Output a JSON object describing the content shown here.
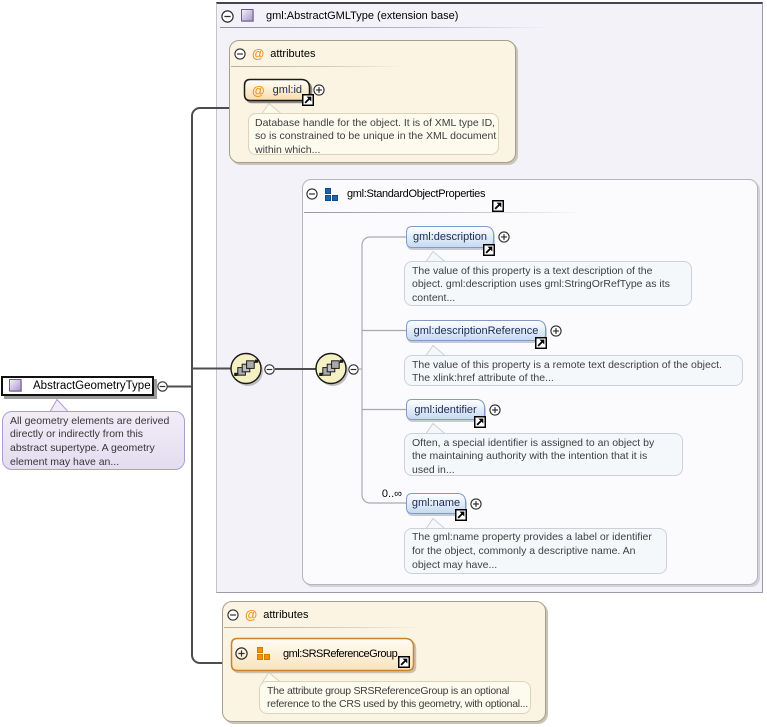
{
  "diagram_title": "XML schema diagram of AbstractGeometryType extending gml:AbstractGMLType",
  "colors": {
    "canvas": "#ffffff",
    "extension_box_fill": "#f4f2f9",
    "attributes_box_fill": "#fbf4e3",
    "group_box_fill": "#fbfbfd",
    "element_pill_fill_bottom": "#c6d9f1",
    "attribute_pill_fill_bottom": "#f9dca9",
    "sequence_circle_fill": "#f6f1c4",
    "doc_lavender_fill": "#e9e3f3",
    "accent_orange": "#e8941c",
    "accent_blue": "#1e63b0",
    "element_text": "#1c2a55",
    "doc_text": "#3e3e3e"
  },
  "icons": {
    "at_sign": "@",
    "collapse": "minus-circle",
    "expand": "plus-circle",
    "reference": "goto-definition-arrow",
    "complex_type": "purple-square",
    "model_group": "three-squares",
    "sequence": "sequence-compositor"
  },
  "root": {
    "title": "gml:AbstractGMLType (extension base)"
  },
  "left_node": {
    "label": "AbstractGeometryType",
    "doc": [
      "All geometry elements are derived",
      "directly or indirectly from this",
      "abstract supertype. A geometry",
      "element may have an..."
    ]
  },
  "attributes_top": {
    "label": "attributes",
    "attribute": {
      "name": "gml:id",
      "doc": [
        "Database handle for the object. It is of XML type ID,",
        "so is constrained to be unique in the XML document",
        "within which..."
      ]
    }
  },
  "group": {
    "label": "gml:StandardObjectProperties",
    "elements": [
      {
        "name": "gml:description",
        "doc": [
          "The value of this property is a text description of the",
          "object. gml:description uses gml:StringOrRefType as its",
          "content..."
        ]
      },
      {
        "name": "gml:descriptionReference",
        "doc": [
          "The value of this property is a remote text description of the object.",
          "The xlink:href attribute of the..."
        ]
      },
      {
        "name": "gml:identifier",
        "doc": [
          "Often, a special identifier is assigned to an object by",
          "the maintaining authority with the intention that it is",
          "used in..."
        ]
      },
      {
        "name": "gml:name",
        "occurrence": "0..∞",
        "doc": [
          "The gml:name property provides a label or identifier",
          "for the object, commonly a descriptive name. An",
          "object may have..."
        ]
      }
    ]
  },
  "attributes_bottom": {
    "label": "attributes",
    "group_ref": {
      "name": "gml:SRSReferenceGroup",
      "doc": [
        "The attribute group SRSReferenceGroup is an optional",
        "reference to the CRS used by this geometry, with optional..."
      ]
    }
  }
}
